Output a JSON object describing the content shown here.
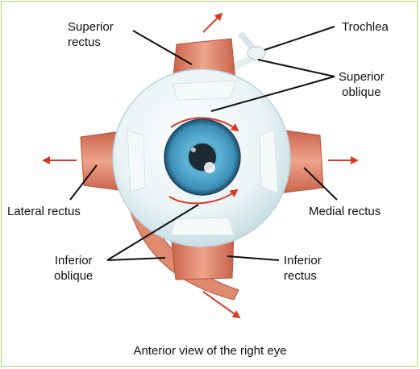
{
  "labels": {
    "superior_rectus": "Superior\nrectus",
    "trochlea": "Trochlea",
    "superior_oblique": "Superior\noblique",
    "lateral_rectus": "Lateral rectus",
    "medial_rectus": "Medial rectus",
    "inferior_oblique": "Inferior\noblique",
    "inferior_rectus": "Inferior\nrectus"
  },
  "caption": "Anterior view of the right eye",
  "colors": {
    "muscle": "#e0836b",
    "muscle_dark": "#c2583e",
    "tendon": "#f4f7f8",
    "sclera": "#e9f2f4",
    "iris": "#4a9fc4",
    "pupil": "#1b2a33",
    "arrow": "#d63a26",
    "frame": "#a8d66a"
  }
}
